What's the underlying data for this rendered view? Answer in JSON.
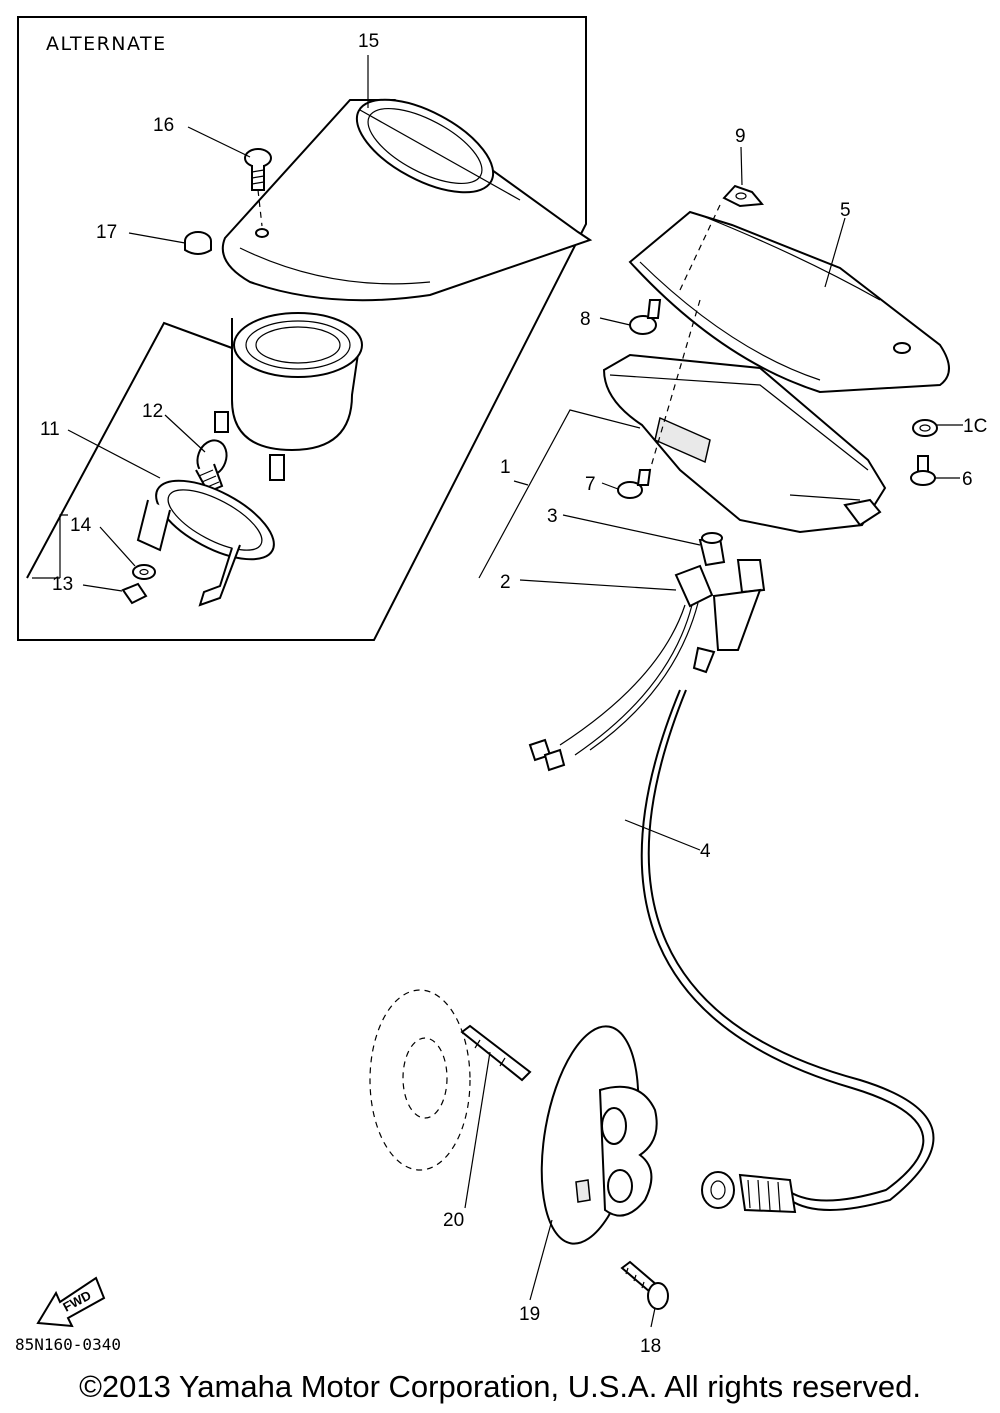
{
  "inset": {
    "title": "ALTERNATE"
  },
  "callouts": {
    "c1": "1",
    "c2": "2",
    "c3": "3",
    "c4": "4",
    "c5": "5",
    "c6": "6",
    "c7": "7",
    "c8": "8",
    "c9": "9",
    "c10": "1C",
    "c11": "11",
    "c12": "12",
    "c13": "13",
    "c14": "14",
    "c15": "15",
    "c16": "16",
    "c17": "17",
    "c18": "18",
    "c19": "19",
    "c20": "20"
  },
  "fwd_label": "FWD",
  "drawing_code": "85N160-0340",
  "copyright": "©2013 Yamaha Motor Corporation, U.S.A. All rights reserved."
}
